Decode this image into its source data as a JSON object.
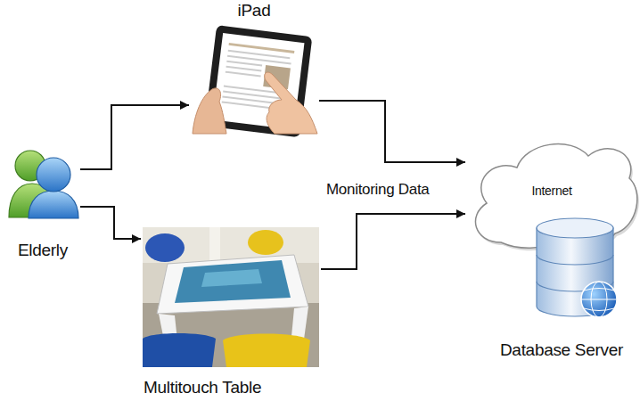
{
  "diagram": {
    "nodes": [
      {
        "text": [
          "Elderly"
        ]
      },
      {
        "text": [
          "iPad"
        ]
      },
      {
        "text": [
          "Multitouch Table"
        ]
      },
      {
        "text": [
          "Internet"
        ]
      },
      {
        "text": [
          "Database Server"
        ]
      }
    ],
    "edges": [
      {
        "from": 0,
        "to": 1,
        "arrow": "to"
      },
      {
        "from": 0,
        "to": 2,
        "arrow": "to"
      },
      {
        "from": 1,
        "to": 3,
        "arrow": "to"
      },
      {
        "from": 2,
        "to": 3,
        "arrow": "to"
      }
    ],
    "labels": [
      "Monitoring Data"
    ]
  }
}
